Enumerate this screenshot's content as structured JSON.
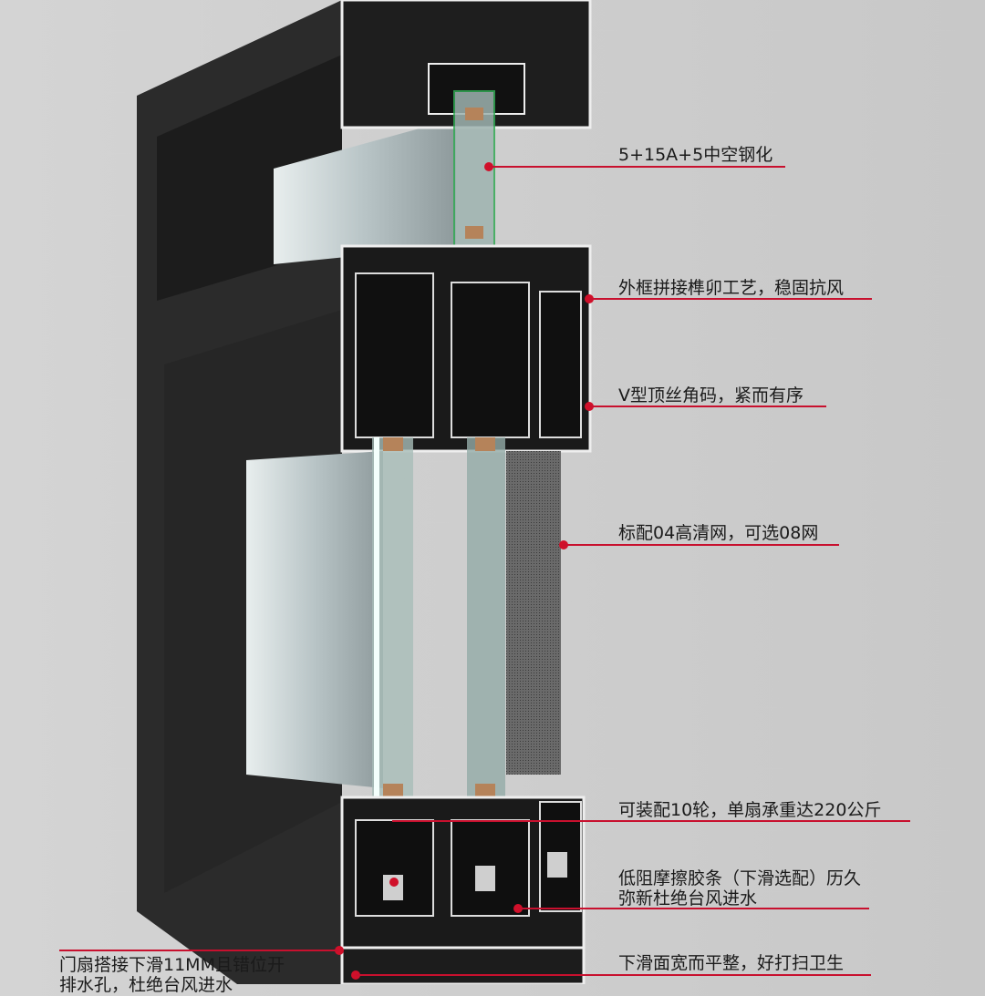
{
  "annotations": [
    {
      "text": "5+15A+5中空钢化"
    },
    {
      "text": "外框拼接榫卯工艺，稳固抗风"
    },
    {
      "text": "V型顶丝角码，紧而有序"
    },
    {
      "text": "标配04高清网，可选08网"
    },
    {
      "text": "可装配10轮，单扇承重达220公斤"
    },
    {
      "line1": "低阻摩擦胶条（下滑选配）历久",
      "line2": "弥新杜绝台风进水"
    },
    {
      "text": "下滑面宽而平整，好打扫卫生"
    },
    {
      "line1": "门扇搭接下滑11MM且错位开",
      "line2": "排水孔，杜绝台风进水"
    }
  ],
  "colors": {
    "accent": "#c8102e",
    "frame": "#2a2a2a",
    "background": "#d0d0d0"
  }
}
